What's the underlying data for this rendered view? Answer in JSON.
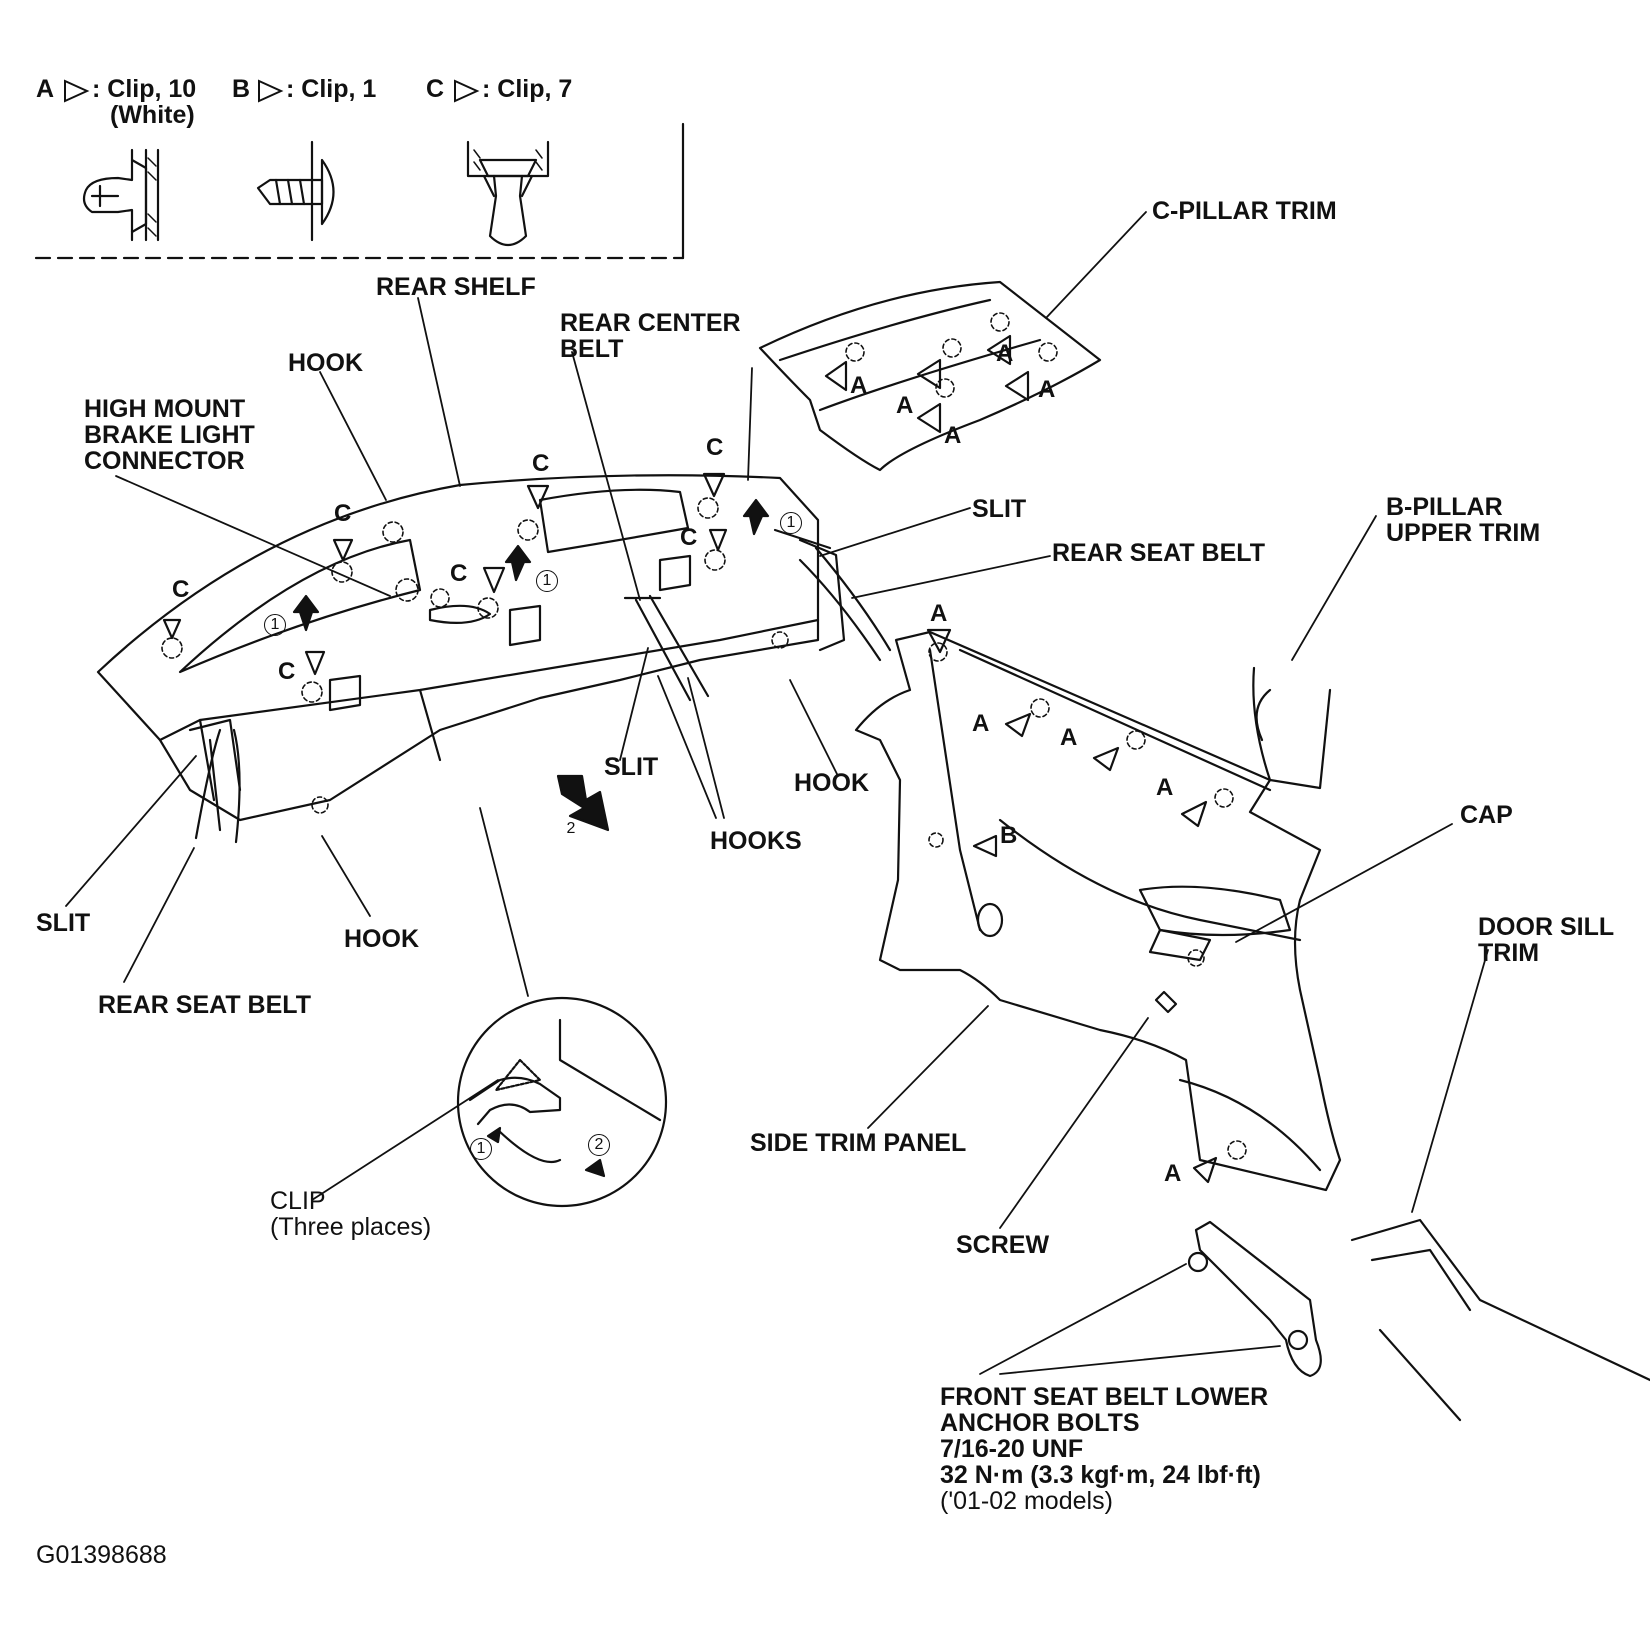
{
  "legend": {
    "a_key": "A",
    "a_text": ": Clip, 10",
    "a_sub": "(White)",
    "b_key": "B",
    "b_text": ": Clip, 1",
    "c_key": "C",
    "c_text": ": Clip, 7"
  },
  "labels": {
    "c_pillar_trim": "C-PILLAR TRIM",
    "rear_shelf": "REAR SHELF",
    "rear_center_belt_1": "REAR CENTER",
    "rear_center_belt_2": "BELT",
    "hook_top": "HOOK",
    "brake_light_1": "HIGH MOUNT",
    "brake_light_2": "BRAKE LIGHT",
    "brake_light_3": "CONNECTOR",
    "slit_right": "SLIT",
    "rear_seat_belt_right": "REAR SEAT BELT",
    "b_pillar_1": "B-PILLAR",
    "b_pillar_2": "UPPER TRIM",
    "slit_center": "SLIT",
    "hook_right": "HOOK",
    "hooks": "HOOKS",
    "cap": "CAP",
    "slit_left": "SLIT",
    "hook_bottom": "HOOK",
    "door_sill_1": "DOOR SILL",
    "door_sill_2": "TRIM",
    "rear_seat_belt_left": "REAR SEAT BELT",
    "side_trim_panel": "SIDE TRIM PANEL",
    "clip": "CLIP",
    "clip_sub": "(Three places)",
    "screw": "SCREW",
    "anchor_1": "FRONT SEAT BELT LOWER",
    "anchor_2": "ANCHOR BOLTS",
    "anchor_3": "7/16-20 UNF",
    "anchor_4": "32 N·m (3.3 kgf·m, 24 lbf·ft)",
    "anchor_5": "('01-02 models)",
    "figure_id": "G01398688"
  },
  "callouts": {
    "a": "A",
    "b": "B",
    "c": "C",
    "step1": "1",
    "step2": "2"
  }
}
